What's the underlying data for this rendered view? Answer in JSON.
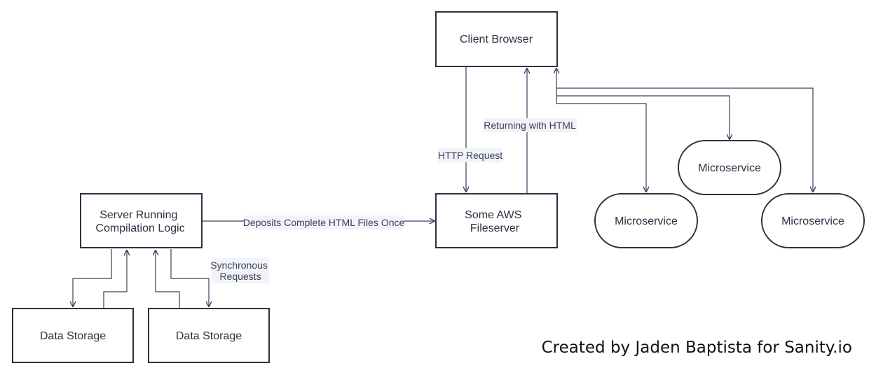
{
  "diagram": {
    "nodes": {
      "client_browser": {
        "lines": [
          "Client Browser"
        ]
      },
      "aws_fileserver": {
        "lines": [
          "Some AWS",
          "Fileserver"
        ]
      },
      "compile_server": {
        "lines": [
          "Server Running",
          "Compilation Logic"
        ]
      },
      "data_storage_1": {
        "lines": [
          "Data Storage"
        ]
      },
      "data_storage_2": {
        "lines": [
          "Data Storage"
        ]
      },
      "microservice_1": {
        "lines": [
          "Microservice"
        ]
      },
      "microservice_2": {
        "lines": [
          "Microservice"
        ]
      },
      "microservice_3": {
        "lines": [
          "Microservice"
        ]
      }
    },
    "edge_labels": {
      "http_request": "HTTP Request",
      "returning_html": "Returning with HTML",
      "deposits_html": "Deposits Complete HTML Files Once",
      "sync_requests": [
        "Synchronous",
        "Requests"
      ]
    },
    "colors": {
      "stroke": "#2d3142",
      "edge": "#3a3f5c",
      "label_bg": "#f1f3f8"
    }
  },
  "credit": "Created by Jaden Baptista for Sanity.io"
}
